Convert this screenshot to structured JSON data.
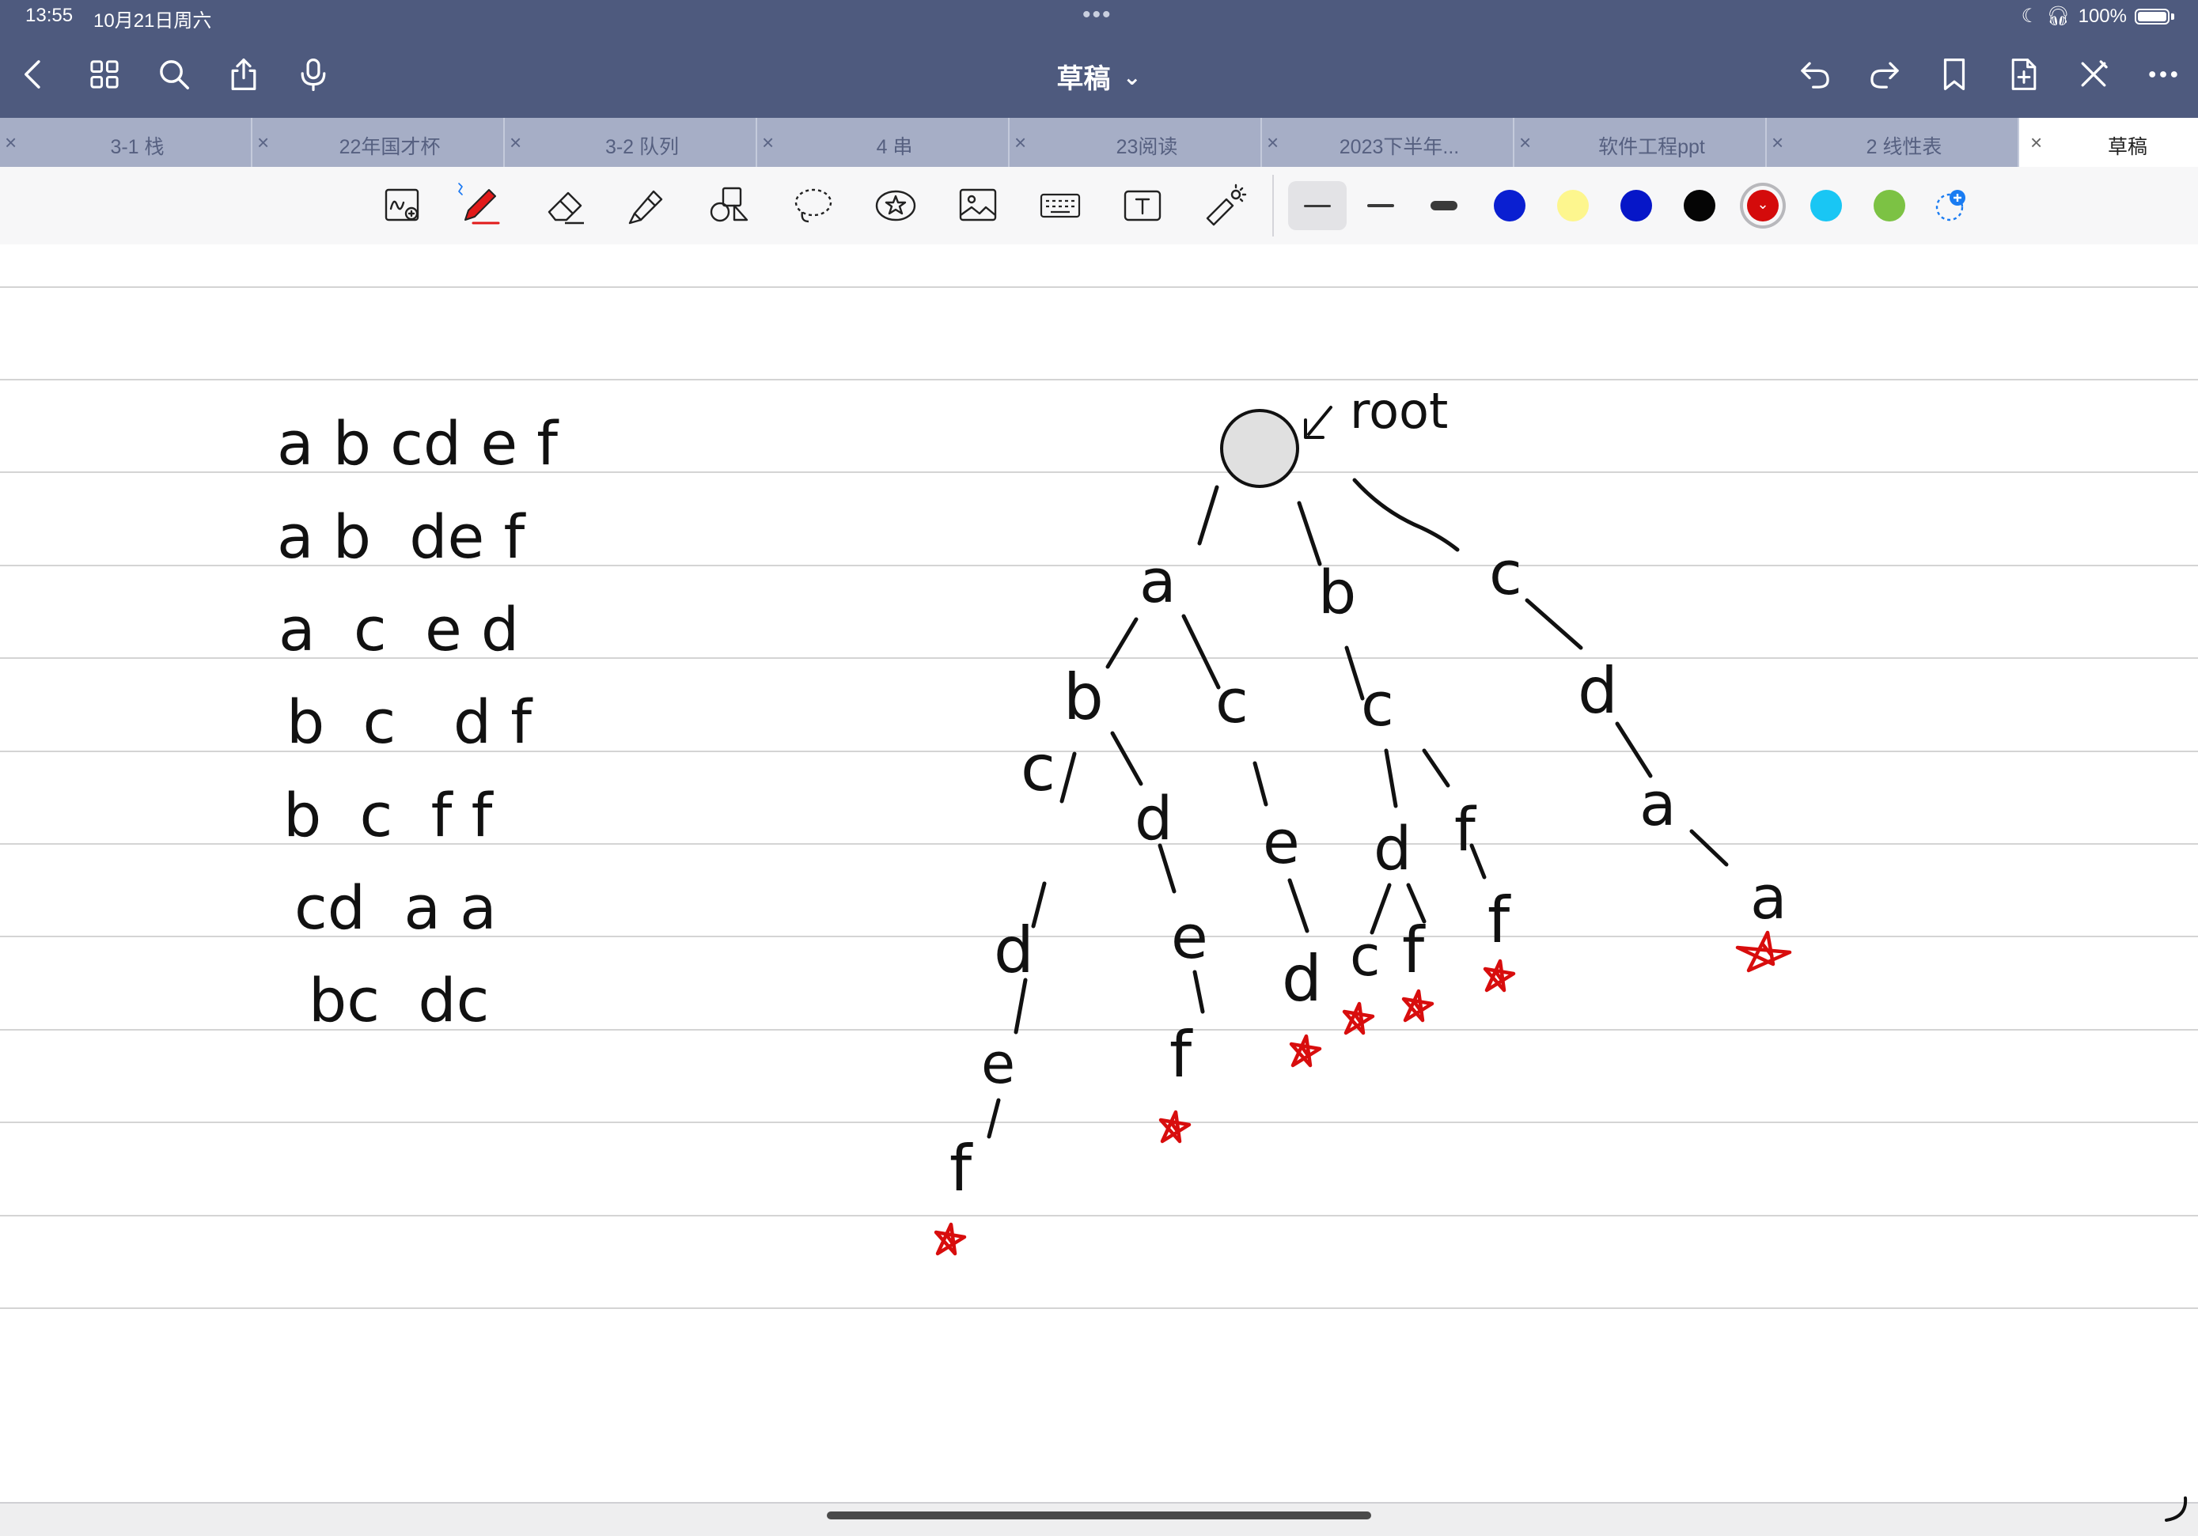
{
  "status_bar": {
    "time": "13:55",
    "date": "10月21日周六",
    "battery": "100%",
    "dots": "•••"
  },
  "nav_bar": {
    "title": "草稿",
    "title_chevron": "⌄",
    "left_icons": [
      "back-icon",
      "grid-icon",
      "search-icon",
      "share-icon",
      "microphone-icon"
    ],
    "right_icons": [
      "undo-icon",
      "redo-icon",
      "bookmark-icon",
      "add-page-icon",
      "close-pen-icon",
      "more-icon"
    ]
  },
  "tabs": [
    {
      "label": "3-1 栈"
    },
    {
      "label": "22年国才杯"
    },
    {
      "label": "3-2 队列"
    },
    {
      "label": "4 串"
    },
    {
      "label": "23阅读"
    },
    {
      "label": "2023下半年..."
    },
    {
      "label": "软件工程ppt"
    },
    {
      "label": "2 线性表"
    },
    {
      "label": "草稿",
      "active": true
    }
  ],
  "tab_close_glyph": "×",
  "toolbar": {
    "tools": [
      "handwriting-zoom-icon",
      "pen-icon",
      "eraser-icon",
      "highlighter-icon",
      "shapes-icon",
      "lasso-icon",
      "sticker-icon",
      "image-icon",
      "keyboard-icon",
      "text-box-icon",
      "laser-pointer-icon"
    ],
    "stroke_sizes": [
      "fine",
      "medium",
      "thick"
    ],
    "selected_stroke": "fine",
    "colors": [
      "#0a1fd1",
      "#fdf68e",
      "#0616c8",
      "#050505",
      "#d40b0b",
      "#19c6f4",
      "#7cc244"
    ],
    "selected_color": "#d40b0b"
  },
  "notebook": {
    "word_list": [
      "a b cd e f",
      "a b  de f",
      "a  c  e d",
      "b  c   d f",
      "b  c  f f",
      "cd  a a",
      "bc  dc"
    ],
    "trie": {
      "root_label": "root",
      "nodes": [
        "a",
        "b",
        "c",
        "b",
        "c",
        "c",
        "d",
        "c",
        "d",
        "e",
        "d",
        "f",
        "a",
        "d",
        "e",
        "d",
        "c",
        "f",
        "f",
        "a",
        "e",
        "f",
        "f"
      ]
    },
    "end_marker": "red-star"
  }
}
